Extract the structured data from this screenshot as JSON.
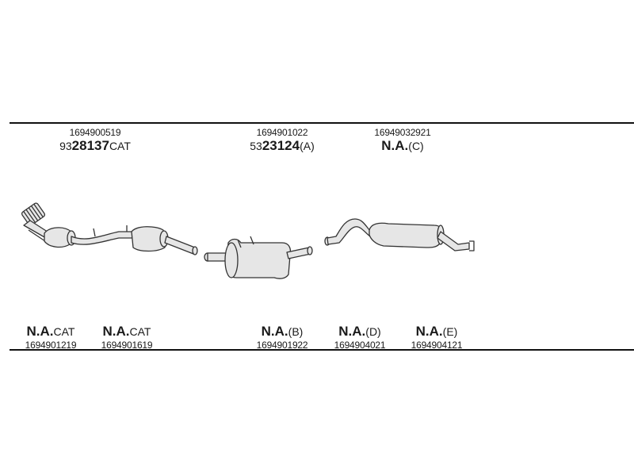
{
  "top_labels": [
    {
      "part": "1694900519",
      "prefix": "93",
      "code": "28137",
      "suffix": "CAT"
    },
    {
      "part": "1694901022",
      "prefix": "53",
      "code": "23124",
      "suffix": "(A)"
    },
    {
      "part": "16949032921",
      "prefix": "",
      "code": "N.A.",
      "suffix": "(C)"
    }
  ],
  "bottom_labels": [
    {
      "code": "N.A.",
      "suffix": "CAT",
      "part": "1694901219"
    },
    {
      "code": "N.A.",
      "suffix": "CAT",
      "part": "1694901619"
    },
    {
      "code": "N.A.",
      "suffix": "(B)",
      "part": "1694901922"
    },
    {
      "code": "N.A.",
      "suffix": "(D)",
      "part": "1694904021"
    },
    {
      "code": "N.A.",
      "suffix": "(E)",
      "part": "1694904121"
    }
  ],
  "colors": {
    "line": "#111111",
    "part_fill": "#e6e6e6",
    "part_stroke": "#333333"
  },
  "icons": [
    "front-pipe-catalytic-converter-icon",
    "middle-silencer-icon",
    "rear-silencer-icon"
  ]
}
